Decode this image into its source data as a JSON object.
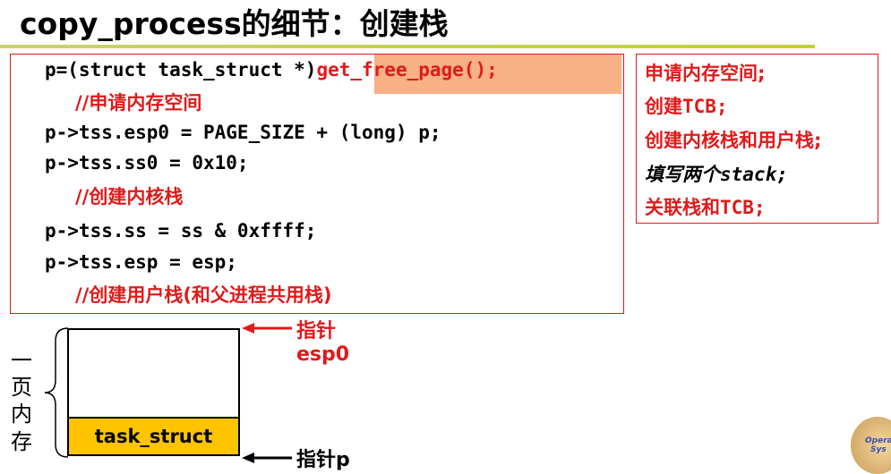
{
  "title": "copy_process的细节：创建栈",
  "code": {
    "line1_prefix": "p=(struct task_struct *)",
    "line1_call": "get_free_page();",
    "comment1": "//申请内存空间",
    "line2": "p->tss.esp0 = PAGE_SIZE + (long) p;",
    "line3": "p->tss.ss0 = 0x10;",
    "comment2": "//创建内核栈",
    "line4": "p->tss.ss = ss & 0xffff;",
    "line5": "p->tss.esp = esp;",
    "comment3": "//创建用户栈(和父进程共用栈)"
  },
  "notes": {
    "n1": "申请内存空间;",
    "n2_cn": "创建",
    "n2_en": "TCB;",
    "n3": "创建内核栈和用户栈;",
    "n4_cn": "填写两个",
    "n4_en": "stack;",
    "n5_cn": "关联栈和",
    "n5_en": "TCB;"
  },
  "diagram": {
    "page_label": [
      "一",
      "页",
      "内",
      "存"
    ],
    "task_struct": "task_struct",
    "ptr_top_line1": "指针",
    "ptr_top_line2": "esp0",
    "ptr_bottom": "指针p"
  },
  "colors": {
    "accent_red": "#e01a1a",
    "highlight": "#f8b085",
    "task_fill": "#ffc400"
  },
  "logo": {
    "text_line1": "Opera",
    "text_line2": "Sys"
  }
}
